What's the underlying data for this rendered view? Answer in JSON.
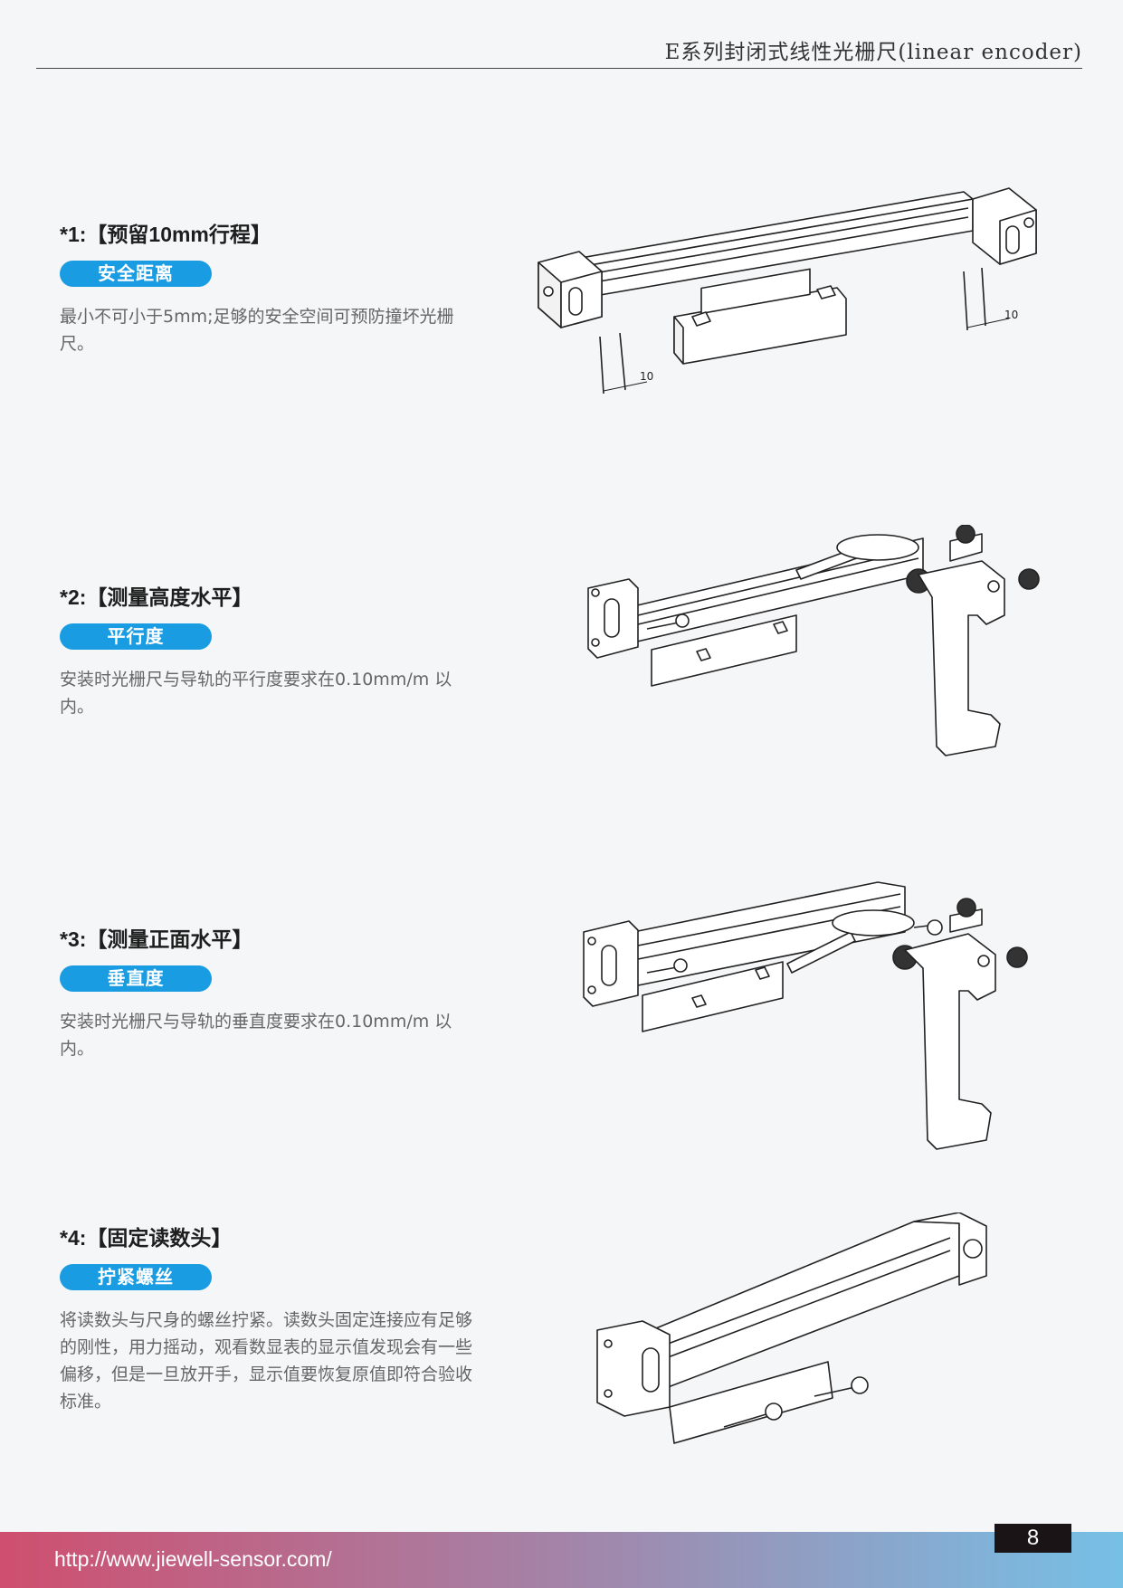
{
  "header": {
    "title": "E系列封闭式线性光栅尺(linear encoder)"
  },
  "sections": [
    {
      "heading": "*1:【预留10mm行程】",
      "tag": "安全距离",
      "body": "最小不可小于5mm;足够的安全空间可预防撞坏光栅尺。",
      "dimension_label": "10"
    },
    {
      "heading": "*2:【测量高度水平】",
      "tag": "平行度",
      "body": "安装时光栅尺与导轨的平行度要求在0.10mm/m 以内。"
    },
    {
      "heading": "*3:【测量正面水平】",
      "tag": "垂直度",
      "body": "安装时光栅尺与导轨的垂直度要求在0.10mm/m 以内。"
    },
    {
      "heading": "*4:【固定读数头】",
      "tag": "拧紧螺丝",
      "body": "将读数头与尺身的螺丝拧紧。读数头固定连接应有足够的刚性，用力摇动，观看数显表的显示值发现会有一些偏移，但是一旦放开手，显示值要恢复原值即符合验收标准。"
    }
  ],
  "footer": {
    "url": "http://www.jiewell-sensor.com/",
    "page_number": "8"
  },
  "colors": {
    "accent": "#1a9ce3",
    "page_number_bg": "#1a1416"
  }
}
